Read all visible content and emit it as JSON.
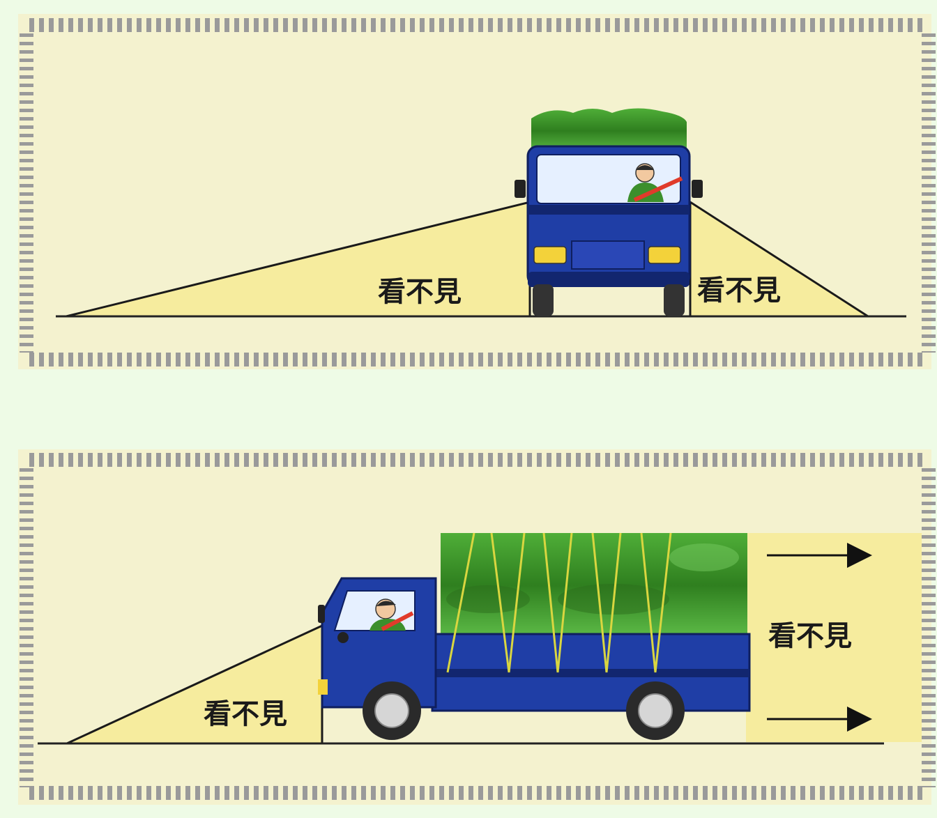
{
  "colors": {
    "outer_background": "#eefbe6",
    "panel_fill": "#f4f2cf",
    "panel_border": "#9a9a9a",
    "blind_spot_fill": "#f6ec9e",
    "truck_body": "#1f3ea6",
    "truck_body_dark": "#15297a",
    "cargo_cover": "#3f9a2c",
    "cargo_cover_light": "#6cc25a",
    "rope": "#d9d640",
    "headlight": "#f3d23a",
    "ground_line": "#222222"
  },
  "panels": [
    {
      "id": "front-view",
      "blind_spot_labels": [
        "看不見",
        "看不見"
      ]
    },
    {
      "id": "side-view",
      "blind_spot_labels": [
        "看不見",
        "看不見"
      ],
      "arrows": 2
    }
  ]
}
